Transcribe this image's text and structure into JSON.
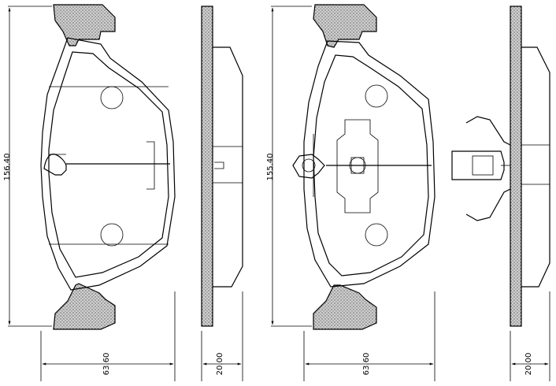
{
  "dimensions": {
    "left_height": "156.40",
    "right_height": "155.40",
    "left_width": "63.60",
    "left_thickness": "20.00",
    "right_width": "63.60",
    "right_thickness": "20.00"
  }
}
